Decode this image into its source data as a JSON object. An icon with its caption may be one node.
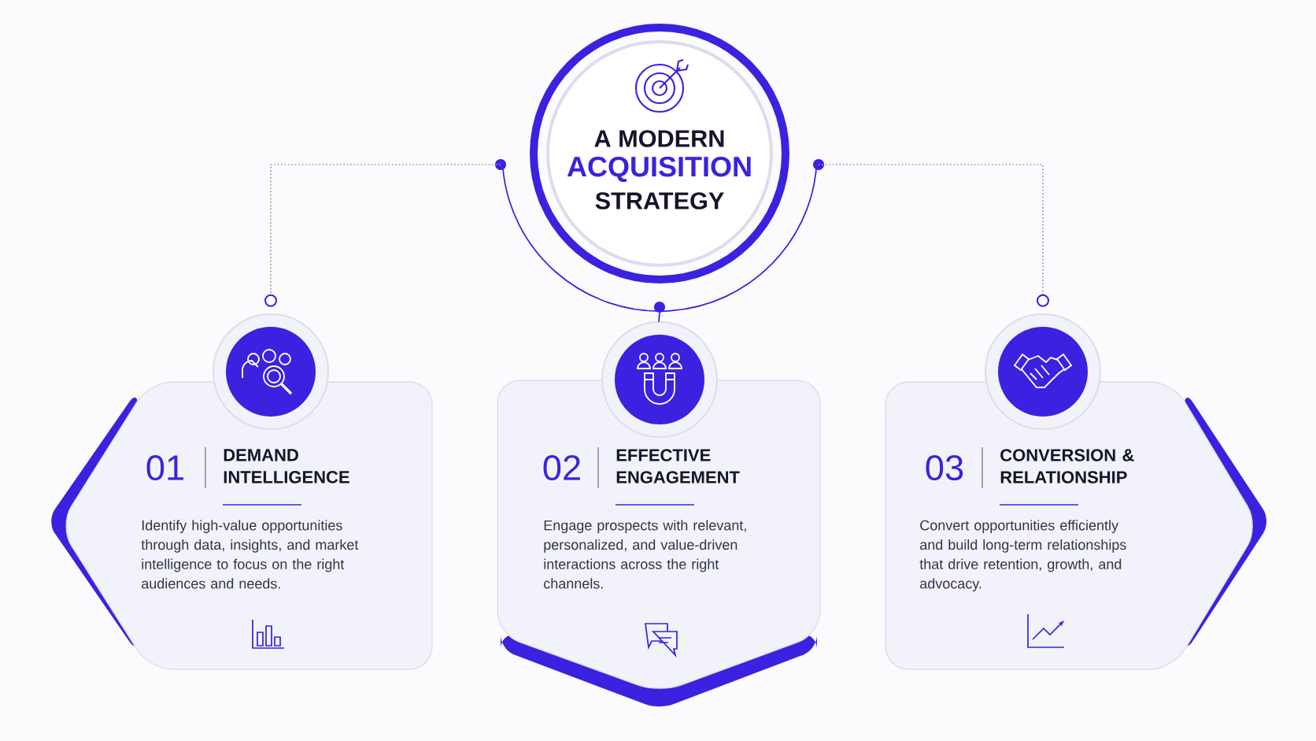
{
  "diagram": {
    "nodes": [
      {
        "text": [
          "A MODERN",
          "ACQUISITION",
          "STRATEGY"
        ]
      },
      {
        "text": [
          "01",
          "DEMAND INTELLIGENCE",
          "Identify high-value opportunities through data, insights, and market intelligence to focus on the right audiences and needs."
        ]
      },
      {
        "text": [
          "02",
          "EFFECTIVE ENGAGEMENT",
          "Engage prospects with relevant, personalized, and value-driven interactions across the right channels."
        ]
      },
      {
        "text": [
          "03",
          "CONVERSION & RELATIONSHIP",
          "Convert opportunities efficiently and build long-term relationships that drive retention, growth, and advocacy."
        ]
      }
    ],
    "edges": [
      {
        "from": 0,
        "to": 1,
        "arrow": "other",
        "style": "dashed"
      },
      {
        "from": 0,
        "to": 2,
        "arrow": "none",
        "color": "#3a22e0"
      },
      {
        "from": 0,
        "to": 3,
        "arrow": "other",
        "style": "dashed"
      }
    ]
  }
}
